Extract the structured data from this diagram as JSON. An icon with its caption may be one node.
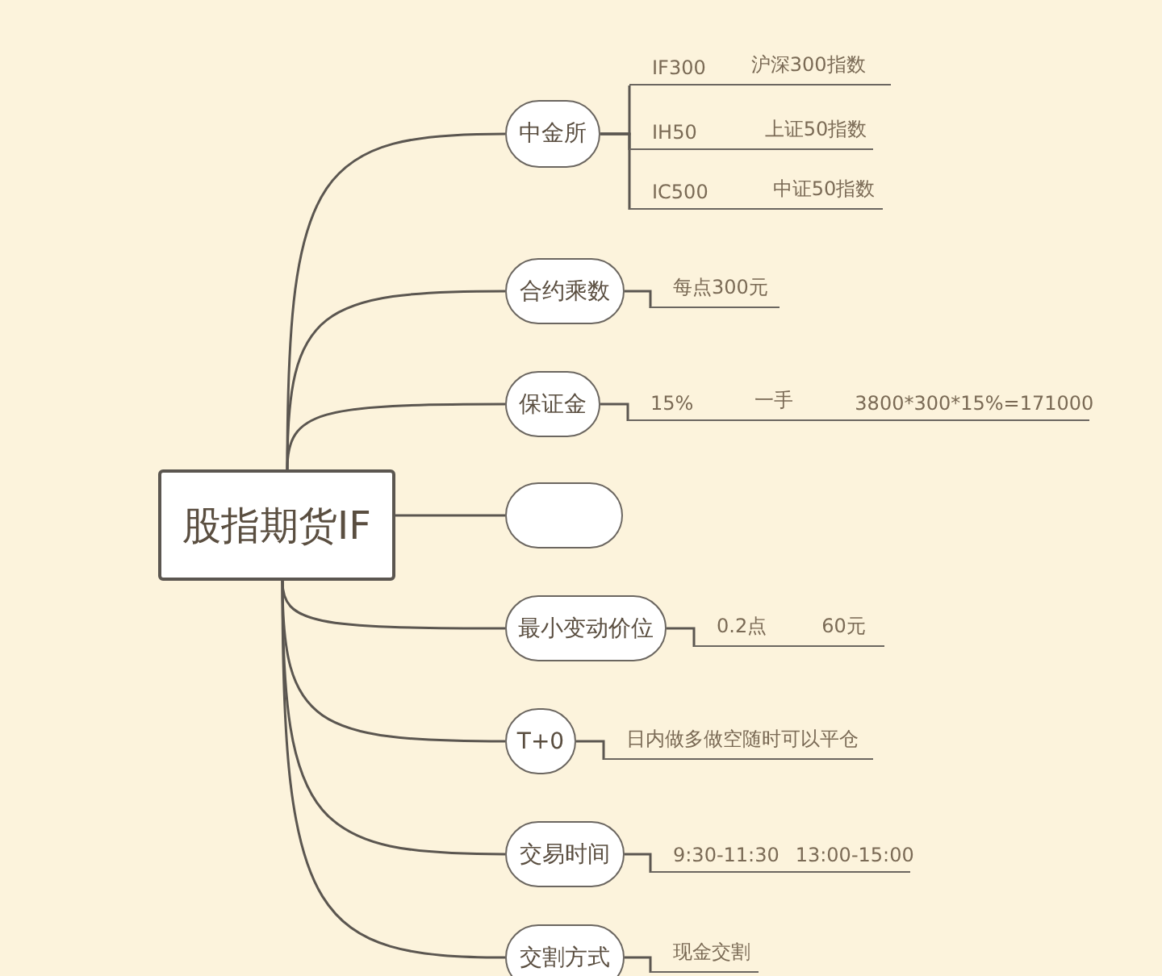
{
  "diagram": {
    "nodes": [
      {
        "text": [
          "股指期货IF"
        ]
      },
      {
        "text": [
          "中金所"
        ]
      },
      {
        "text": [
          "IF300",
          "沪深300指数"
        ]
      },
      {
        "text": [
          "IH50",
          "上证50指数"
        ]
      },
      {
        "text": [
          "IC500",
          "中证50指数"
        ]
      },
      {
        "text": [
          "合约乘数"
        ]
      },
      {
        "text": [
          "每点300元"
        ]
      },
      {
        "text": [
          "保证金"
        ]
      },
      {
        "text": [
          "15%",
          "一手",
          "3800*300*15%=171000"
        ]
      },
      {
        "text": [],
        "shape": "box"
      },
      {
        "text": [
          "最小变动价位"
        ]
      },
      {
        "text": [
          "0.2点",
          "60元"
        ]
      },
      {
        "text": [
          "T+0"
        ]
      },
      {
        "text": [
          "日内做多做空随时可以平仓"
        ]
      },
      {
        "text": [
          "交易时间"
        ]
      },
      {
        "text": [
          "9:30-11:30",
          "13:00-15:00"
        ]
      },
      {
        "text": [
          "交割方式"
        ]
      },
      {
        "text": [
          "现金交割"
        ]
      }
    ],
    "edges": [
      {
        "from": 0,
        "to": 1,
        "arrow": "none"
      },
      {
        "from": 1,
        "to": 2,
        "arrow": "none"
      },
      {
        "from": 1,
        "to": 3,
        "arrow": "none"
      },
      {
        "from": 1,
        "to": 4,
        "arrow": "none"
      },
      {
        "from": 0,
        "to": 5,
        "arrow": "none"
      },
      {
        "from": 5,
        "to": 6,
        "arrow": "none"
      },
      {
        "from": 0,
        "to": 7,
        "arrow": "none"
      },
      {
        "from": 7,
        "to": 8,
        "arrow": "none"
      },
      {
        "from": 0,
        "to": 9,
        "arrow": "none"
      },
      {
        "from": 0,
        "to": 10,
        "arrow": "none"
      },
      {
        "from": 10,
        "to": 11,
        "arrow": "none"
      },
      {
        "from": 0,
        "to": 12,
        "arrow": "none"
      },
      {
        "from": 12,
        "to": 13,
        "arrow": "none"
      },
      {
        "from": 0,
        "to": 14,
        "arrow": "none"
      },
      {
        "from": 14,
        "to": 15,
        "arrow": "none"
      },
      {
        "from": 0,
        "to": 16,
        "arrow": "none"
      },
      {
        "from": 16,
        "to": 17,
        "arrow": "none"
      }
    ]
  }
}
